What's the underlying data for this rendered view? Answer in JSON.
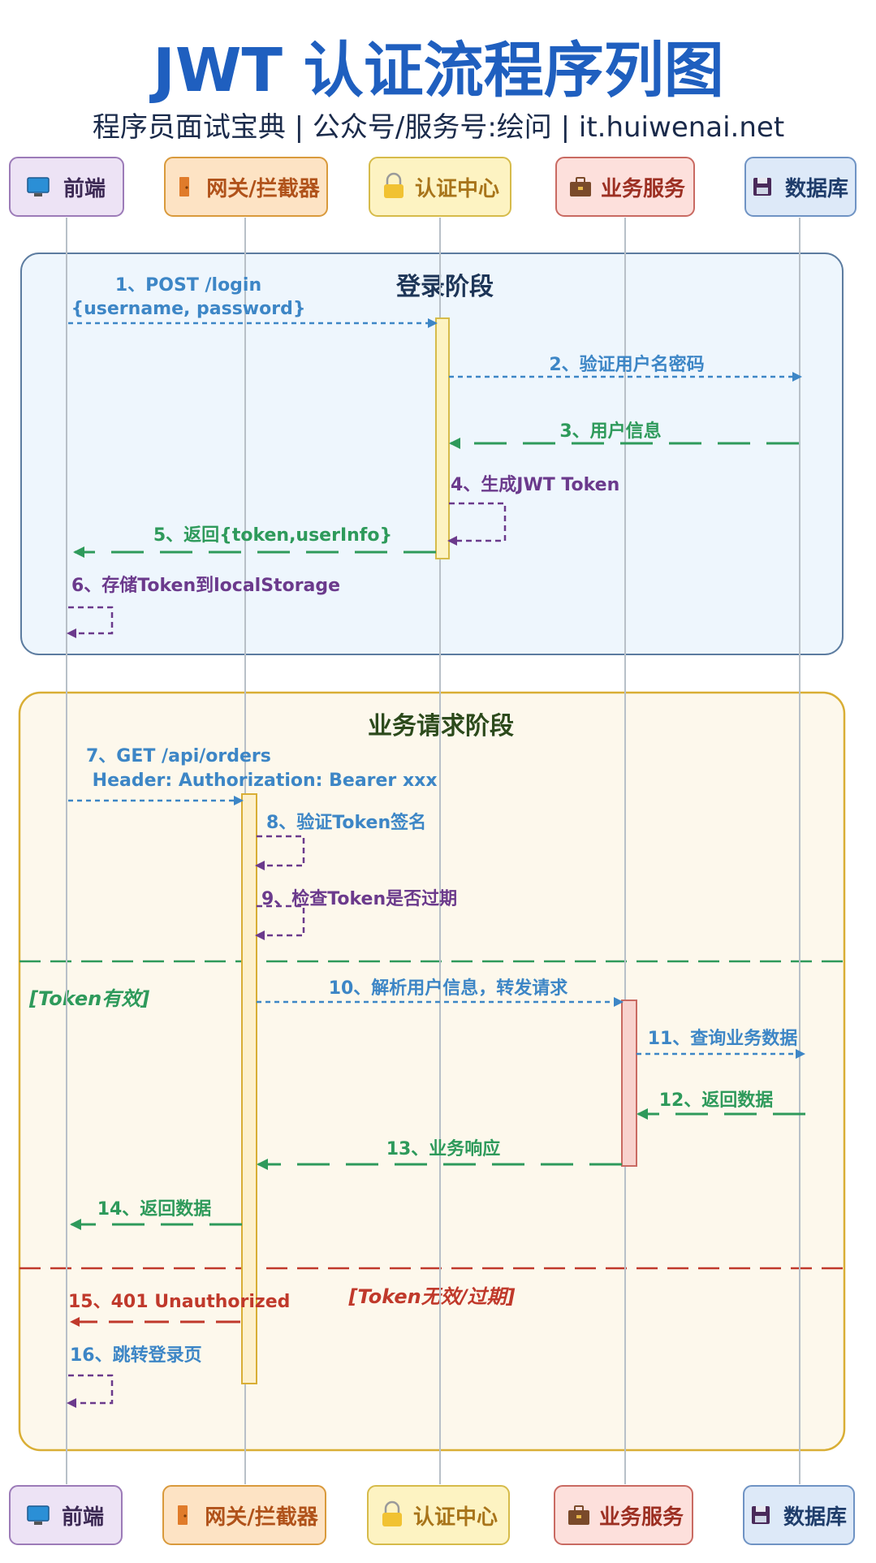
{
  "header": {
    "title": "JWT 认证流程序列图",
    "subtitle": "程序员面试宝典 | 公众号/服务号:绘问 | it.huiwenai.net"
  },
  "participants": [
    {
      "id": "frontend",
      "label": "前端",
      "icon": "monitor-icon",
      "fill": "#ede3f5",
      "stroke": "#9c7bb8",
      "text": "#3d2a55"
    },
    {
      "id": "gateway",
      "label": "网关/拦截器",
      "icon": "door-icon",
      "fill": "#fde3c4",
      "stroke": "#d99a3c",
      "text": "#b0521a"
    },
    {
      "id": "auth",
      "label": "认证中心",
      "icon": "lock-icon",
      "fill": "#fdf3c2",
      "stroke": "#d6bb4a",
      "text": "#a8741a"
    },
    {
      "id": "biz",
      "label": "业务服务",
      "icon": "briefcase-icon",
      "fill": "#fde0dc",
      "stroke": "#c96a62",
      "text": "#9c2f22"
    },
    {
      "id": "db",
      "label": "数据库",
      "icon": "floppy-icon",
      "fill": "#dde9f8",
      "stroke": "#6f93c4",
      "text": "#1f3d6b"
    }
  ],
  "phases": {
    "login": "登录阶段",
    "business": "业务请求阶段"
  },
  "conditions": {
    "valid": "[Token有效]",
    "invalid": "[Token无效/过期]"
  },
  "messages": [
    {
      "n": 1,
      "lines": [
        "1、POST /login",
        "{username, password}"
      ]
    },
    {
      "n": 2,
      "lines": [
        "2、验证用户名密码"
      ]
    },
    {
      "n": 3,
      "lines": [
        "3、用户信息"
      ]
    },
    {
      "n": 4,
      "lines": [
        "4、生成JWT Token"
      ]
    },
    {
      "n": 5,
      "lines": [
        "5、返回{token,userInfo}"
      ]
    },
    {
      "n": 6,
      "lines": [
        "6、存储Token到localStorage"
      ]
    },
    {
      "n": 7,
      "lines": [
        "7、GET /api/orders",
        " Header: Authorization: Bearer xxx"
      ]
    },
    {
      "n": 8,
      "lines": [
        "8、验证Token签名"
      ]
    },
    {
      "n": 9,
      "lines": [
        "9、检查Token是否过期"
      ]
    },
    {
      "n": 10,
      "lines": [
        "10、解析用户信息，转发请求"
      ]
    },
    {
      "n": 11,
      "lines": [
        "11、查询业务数据"
      ]
    },
    {
      "n": 12,
      "lines": [
        "12、返回数据"
      ]
    },
    {
      "n": 13,
      "lines": [
        "13、业务响应"
      ]
    },
    {
      "n": 14,
      "lines": [
        "14、返回数据"
      ]
    },
    {
      "n": 15,
      "lines": [
        "15、401 Unauthorized"
      ]
    },
    {
      "n": 16,
      "lines": [
        "16、跳转登录页"
      ]
    }
  ],
  "colors": {
    "request": "#3d86c6",
    "response": "#2e9a5b",
    "self": "#6b3a8c",
    "error": "#c0392b",
    "title": "#1f5fbf",
    "subtitle": "#1a2a4a",
    "loginPhaseFill": "#eef6fd",
    "loginPhaseStroke": "#5c7ca0",
    "bizPhaseFill": "#fdf8ec",
    "bizPhaseStroke": "#d9ae35",
    "phaseTitle": "#2c4a1c",
    "lifeline": "#b8c0c8"
  }
}
